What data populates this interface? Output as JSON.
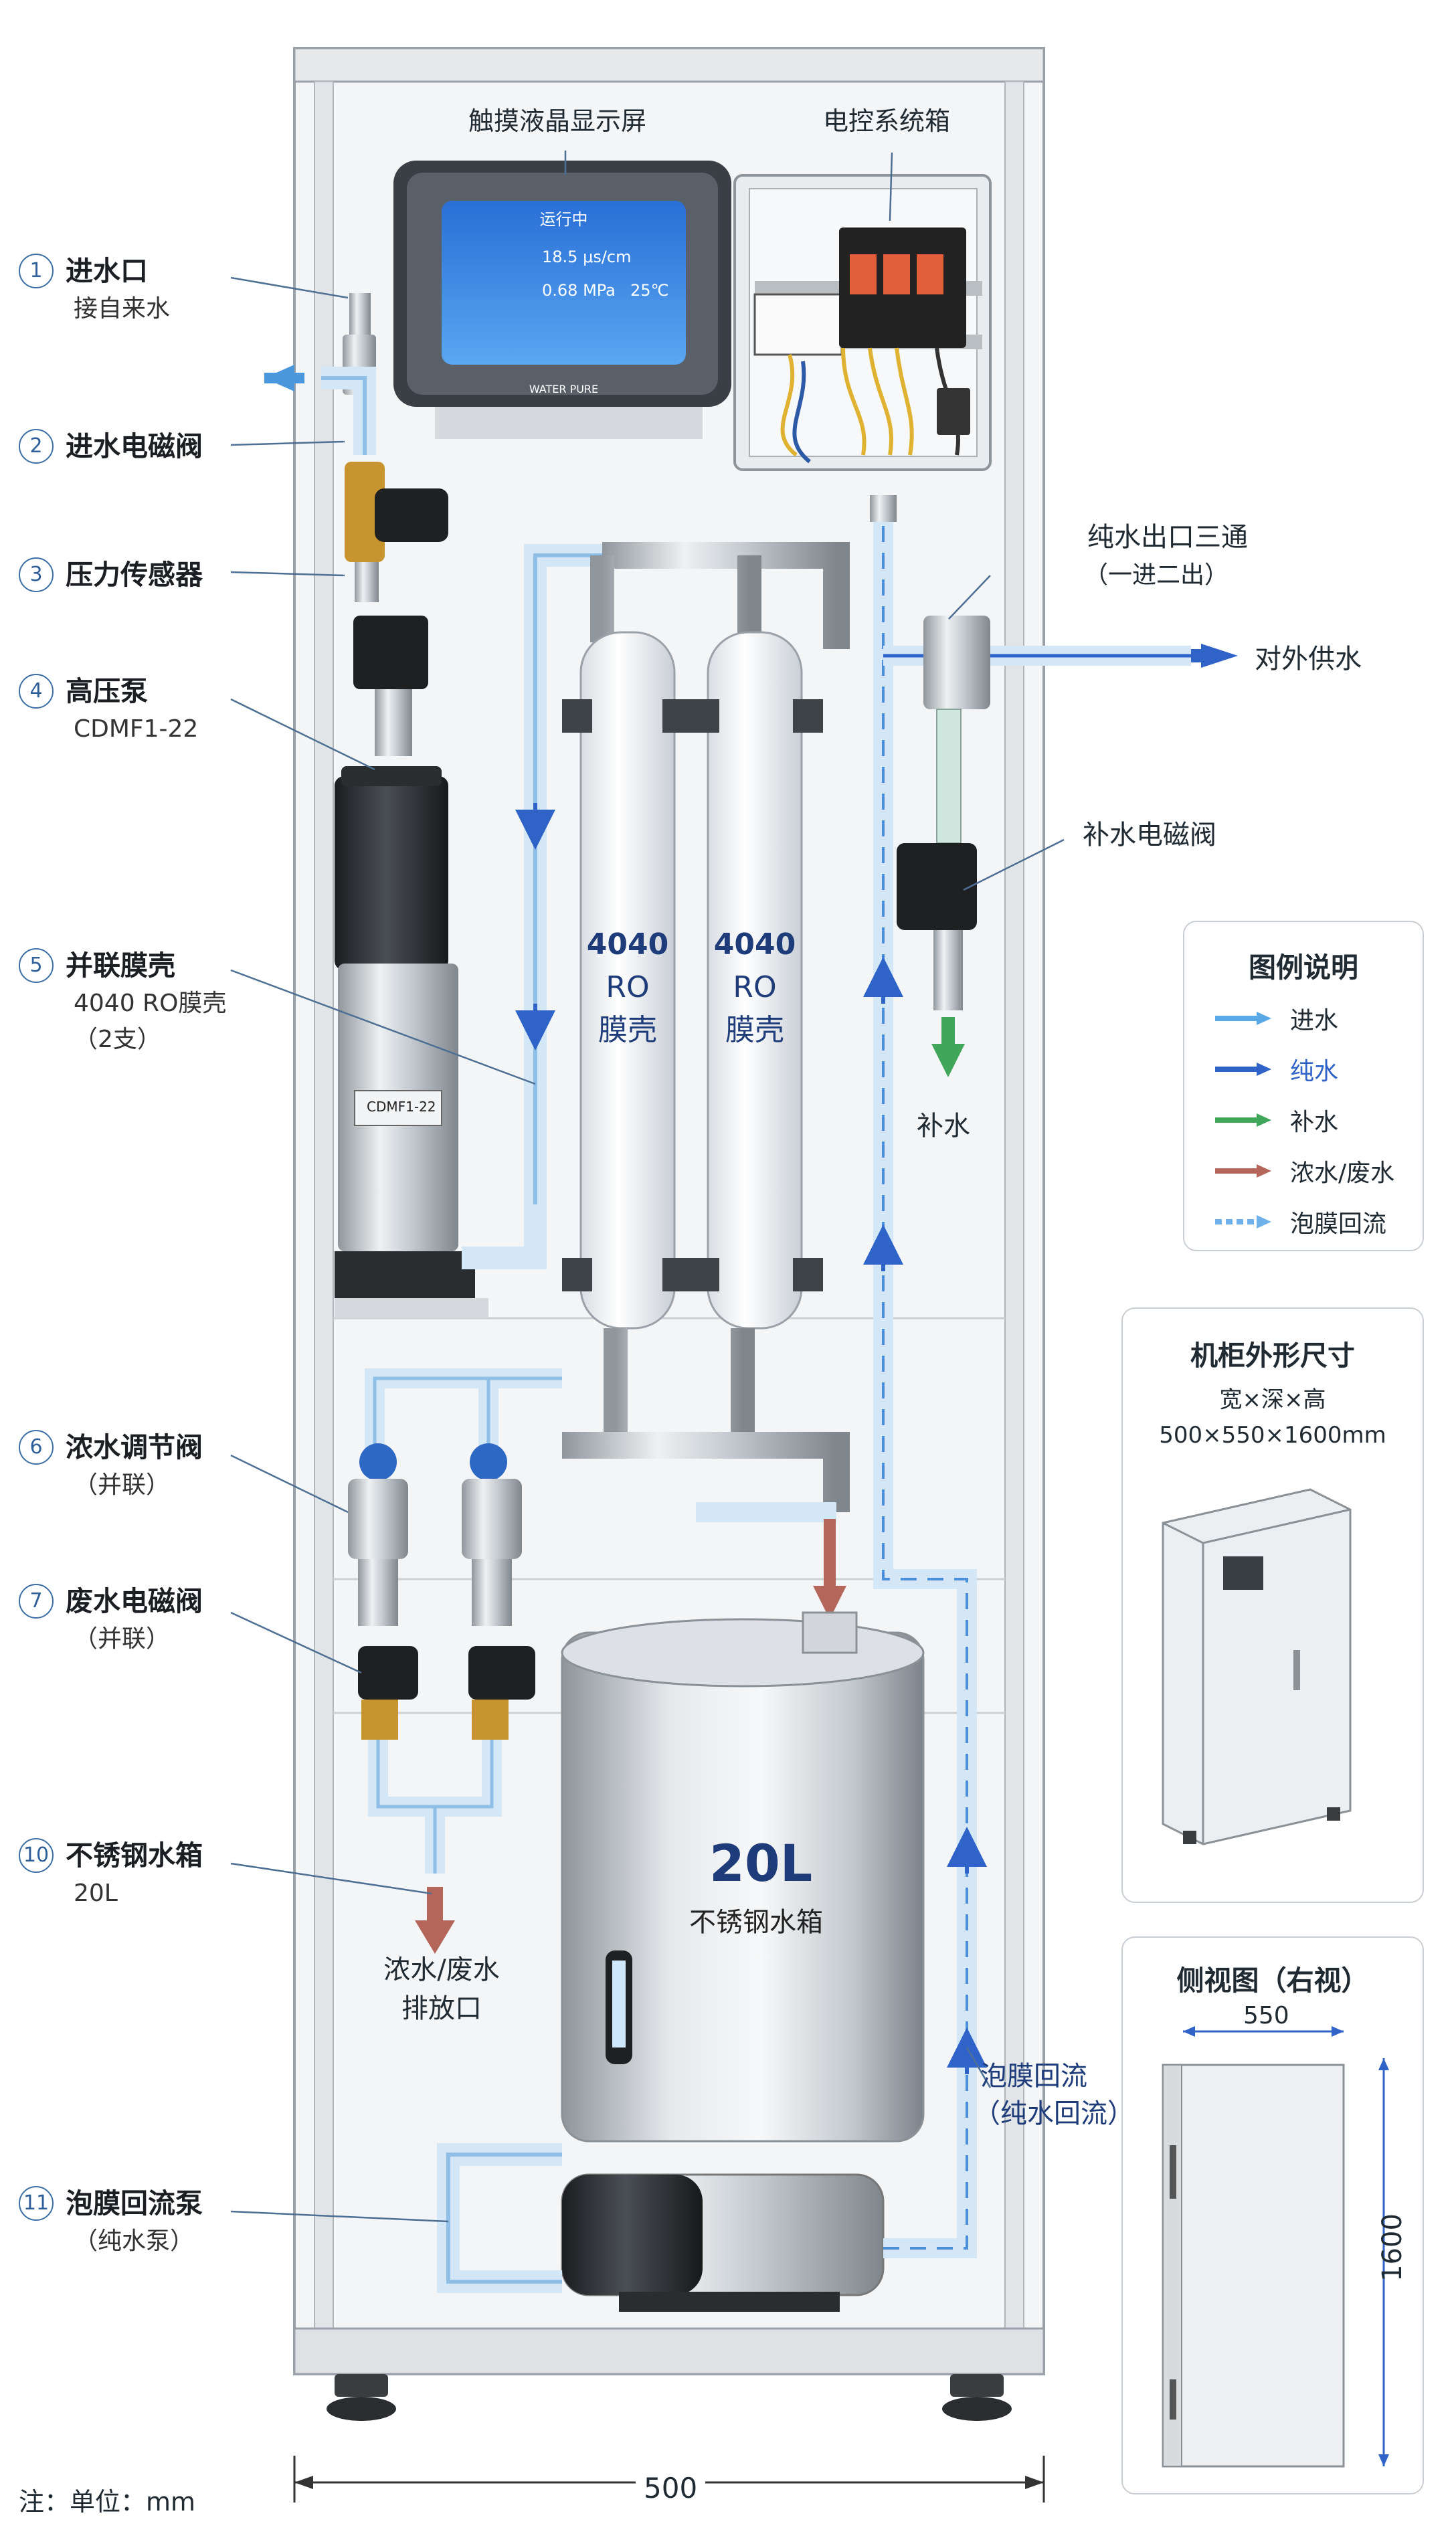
{
  "labels": {
    "screen": "触摸液晶显示屏",
    "control_box": "电控系统箱",
    "pure_outlet": "纯水出口三通",
    "pure_outlet_sub": "（一进二出）",
    "supply": "对外供水",
    "makeup_valve": "补水电磁阀",
    "makeup_water": "补水",
    "drain": "浓水/废水",
    "drain2": "排放口",
    "flush_return": "泡膜回流",
    "flush_return2": "（纯水回流）",
    "unit_note": "注：单位：mm",
    "width_dim": "500"
  },
  "screen_ui": {
    "status": "运行中",
    "conductivity": "18.5 μs/cm",
    "pressure": "0.68 MPa",
    "temperature": "25℃",
    "brand": "WATER PURE"
  },
  "callouts": [
    {
      "num": "1",
      "title": "进水口",
      "sub": [
        "接自来水"
      ]
    },
    {
      "num": "2",
      "title": "进水电磁阀",
      "sub": []
    },
    {
      "num": "3",
      "title": "压力传感器",
      "sub": []
    },
    {
      "num": "4",
      "title": "高压泵",
      "sub": [
        "CDMF1-22"
      ]
    },
    {
      "num": "5",
      "title": "并联膜壳",
      "sub": [
        "4040 RO膜壳",
        "（2支）"
      ]
    },
    {
      "num": "6",
      "title": "浓水调节阀",
      "sub": [
        "（并联）"
      ]
    },
    {
      "num": "7",
      "title": "废水电磁阀",
      "sub": [
        "（并联）"
      ]
    },
    {
      "num": "10",
      "title": "不锈钢水箱",
      "sub": [
        "20L"
      ]
    },
    {
      "num": "11",
      "title": "泡膜回流泵",
      "sub": [
        "（纯水泵）"
      ]
    }
  ],
  "components": {
    "pump_label": "CDMF1-22",
    "membrane_1": {
      "size": "4040",
      "line2": "RO",
      "line3": "膜壳"
    },
    "membrane_2": {
      "size": "4040",
      "line2": "RO",
      "line3": "膜壳"
    },
    "tank_volume": "20L",
    "tank_label": "不锈钢水箱"
  },
  "legend": {
    "title": "图例说明",
    "items": [
      {
        "label": "进水",
        "color": "#5aa9e6",
        "style": "solid"
      },
      {
        "label": "纯水",
        "color": "#2f63c8",
        "style": "solid"
      },
      {
        "label": "补水",
        "color": "#3fa65a",
        "style": "solid"
      },
      {
        "label": "浓水/废水",
        "color": "#b5665a",
        "style": "solid"
      },
      {
        "label": "泡膜回流",
        "color": "#6fb2ea",
        "style": "dashed"
      }
    ]
  },
  "cabinet": {
    "title": "机柜外形尺寸",
    "line1": "宽×深×高",
    "line2": "500×550×1600mm"
  },
  "side_view": {
    "title": "侧视图（右视）",
    "depth": "550",
    "height": "1600"
  }
}
